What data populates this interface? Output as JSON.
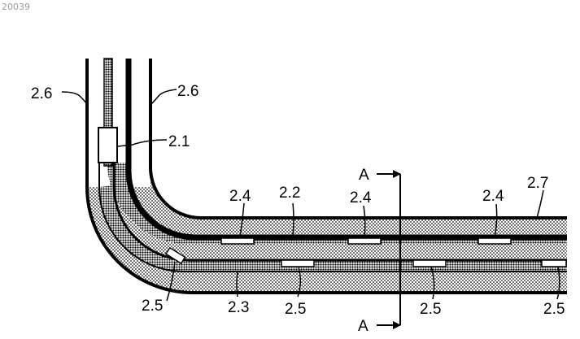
{
  "figure": {
    "code": "20039",
    "labels": {
      "outer_wall_left": "2.6",
      "outer_wall_right": "2.6",
      "box": "2.1",
      "top_layer": "2.2",
      "cut_top": "A",
      "cut_bottom": "A",
      "outer_layer": "2.7",
      "gap_1": "2.4",
      "gap_2": "2.4",
      "gap_3": "2.4",
      "lower_left": "2.5",
      "lower_center": "2.3",
      "lower_mid": "2.5",
      "lower_right1": "2.5",
      "lower_right2": "2.5"
    }
  },
  "colors": {
    "ink": "#000000",
    "stipple": "#000000",
    "background": "#ffffff",
    "code": "#9a9a9a"
  }
}
